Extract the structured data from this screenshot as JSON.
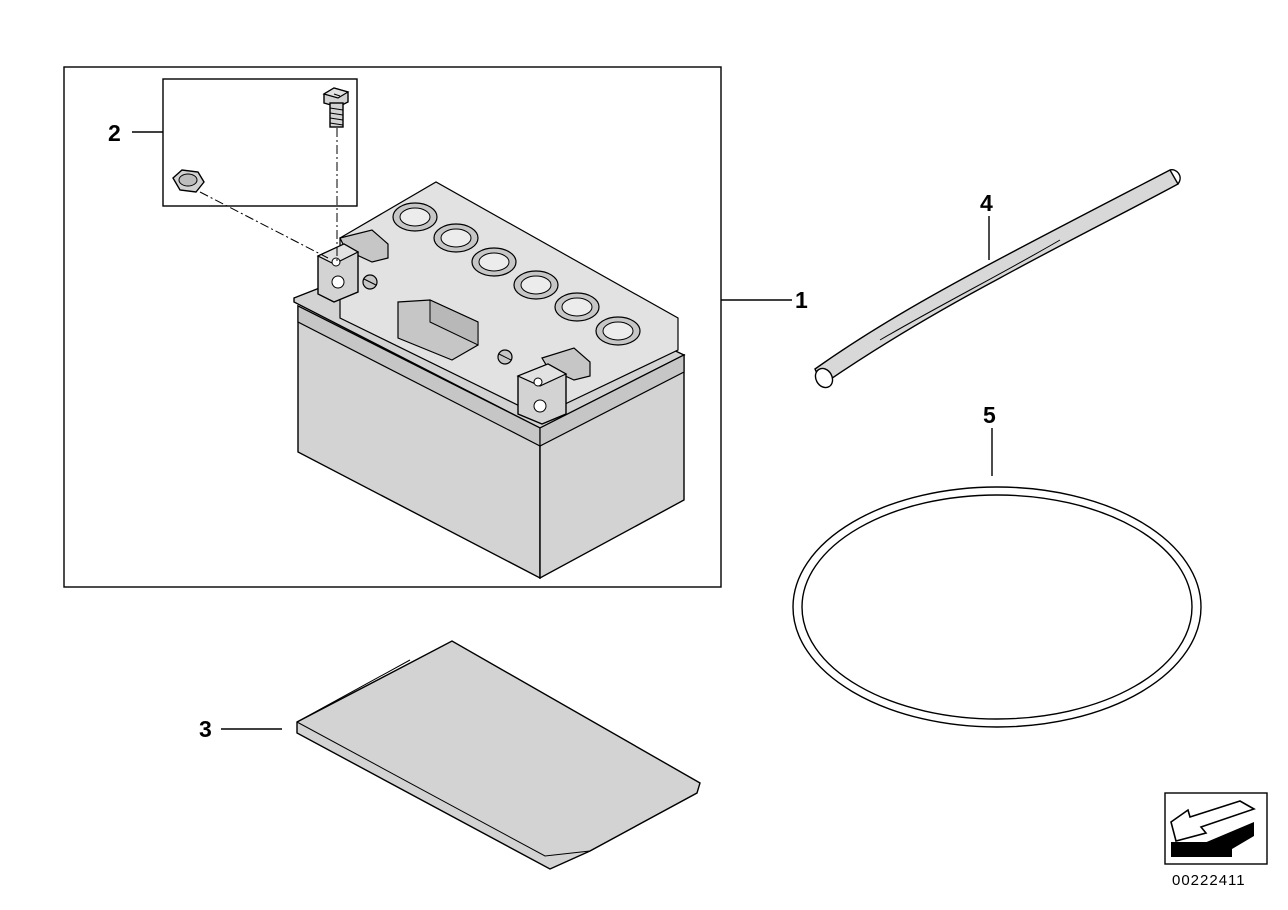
{
  "diagram": {
    "callouts": {
      "battery": "1",
      "fastener_kit": "2",
      "cover_plate": "3",
      "vent_hose": "4",
      "ring": "5"
    },
    "document_number": "00222411",
    "symbol_icon": "corner-arrow-icon",
    "colors": {
      "part_fill": "#d3d3d3",
      "line": "#000000",
      "background": "#ffffff"
    }
  }
}
